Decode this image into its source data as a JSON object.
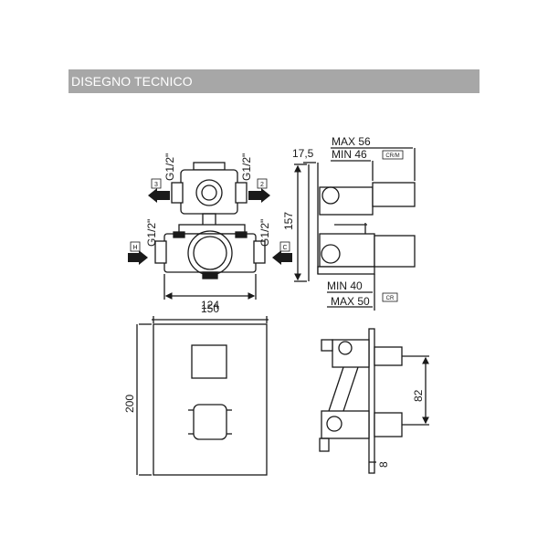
{
  "header": {
    "title": "DISEGNO TECNICO"
  },
  "front_view": {
    "thread_top_left": "G1/2\"",
    "thread_top_right": "G1/2\"",
    "thread_bottom_left": "G1/2\"",
    "thread_bottom_right": "G1/2\"",
    "port_top_left": "3",
    "port_top_right": "2",
    "port_left": "H",
    "port_right": "C",
    "width_dim": "124"
  },
  "side_view": {
    "max_top": "MAX 56",
    "min_top": "MIN 46",
    "offset_dim": "17,5",
    "height_dim": "157",
    "min_bottom": "MIN 40",
    "max_bottom": "MAX 50",
    "badge_top": "CR/M",
    "badge_bottom": "CR"
  },
  "plate_view": {
    "width_dim": "150",
    "height_dim": "200"
  },
  "plate_side_view": {
    "spacing_dim": "82",
    "thickness_dim": "8"
  },
  "colors": {
    "banner": "#a7a7a7",
    "line": "#1a1a1a"
  }
}
